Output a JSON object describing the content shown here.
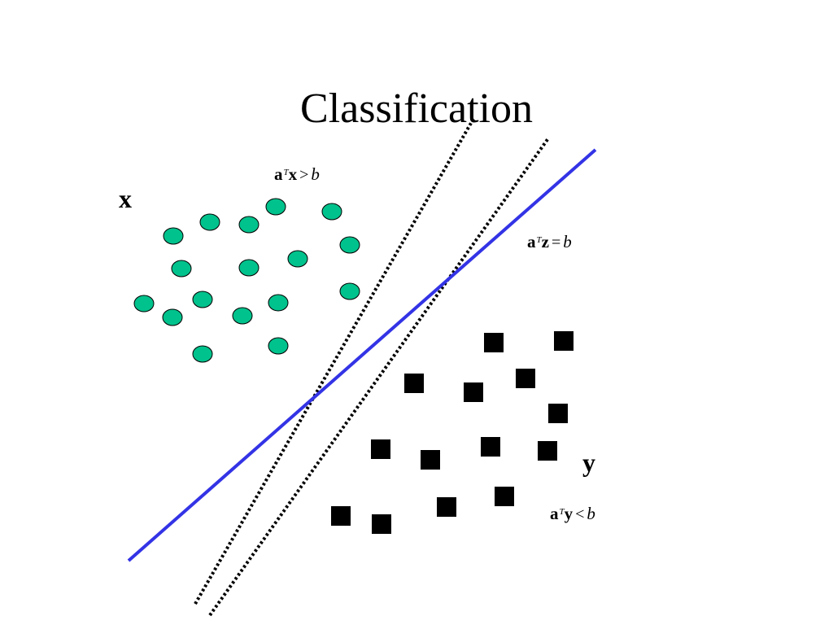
{
  "title": "Classification",
  "labels": {
    "set_x": "x",
    "set_y": "y",
    "eq_upper": {
      "a": "a",
      "t": "T",
      "var": "x",
      "rel": ">",
      "b": "b"
    },
    "eq_boundary": {
      "a": "a",
      "t": "T",
      "var": "z",
      "rel": "=",
      "b": "b"
    },
    "eq_lower": {
      "a": "a",
      "t": "T",
      "var": "y",
      "rel": "<",
      "b": "b"
    }
  },
  "colors": {
    "circle_fill": "#00c28c",
    "square_fill": "#000000",
    "separator": "#3333e6",
    "dotted": "#000000"
  }
}
